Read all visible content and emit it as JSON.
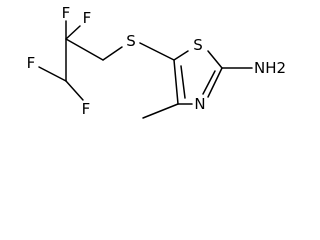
{
  "molecule": {
    "atoms": {
      "f1": "F",
      "f2": "F",
      "f3": "F",
      "f4": "F",
      "s_thioether": "S",
      "s_ring": "S",
      "n_ring": "N",
      "amine": "NH2"
    },
    "colors": {
      "bond": "#000000",
      "text": "#000000",
      "background": "#ffffff"
    }
  }
}
